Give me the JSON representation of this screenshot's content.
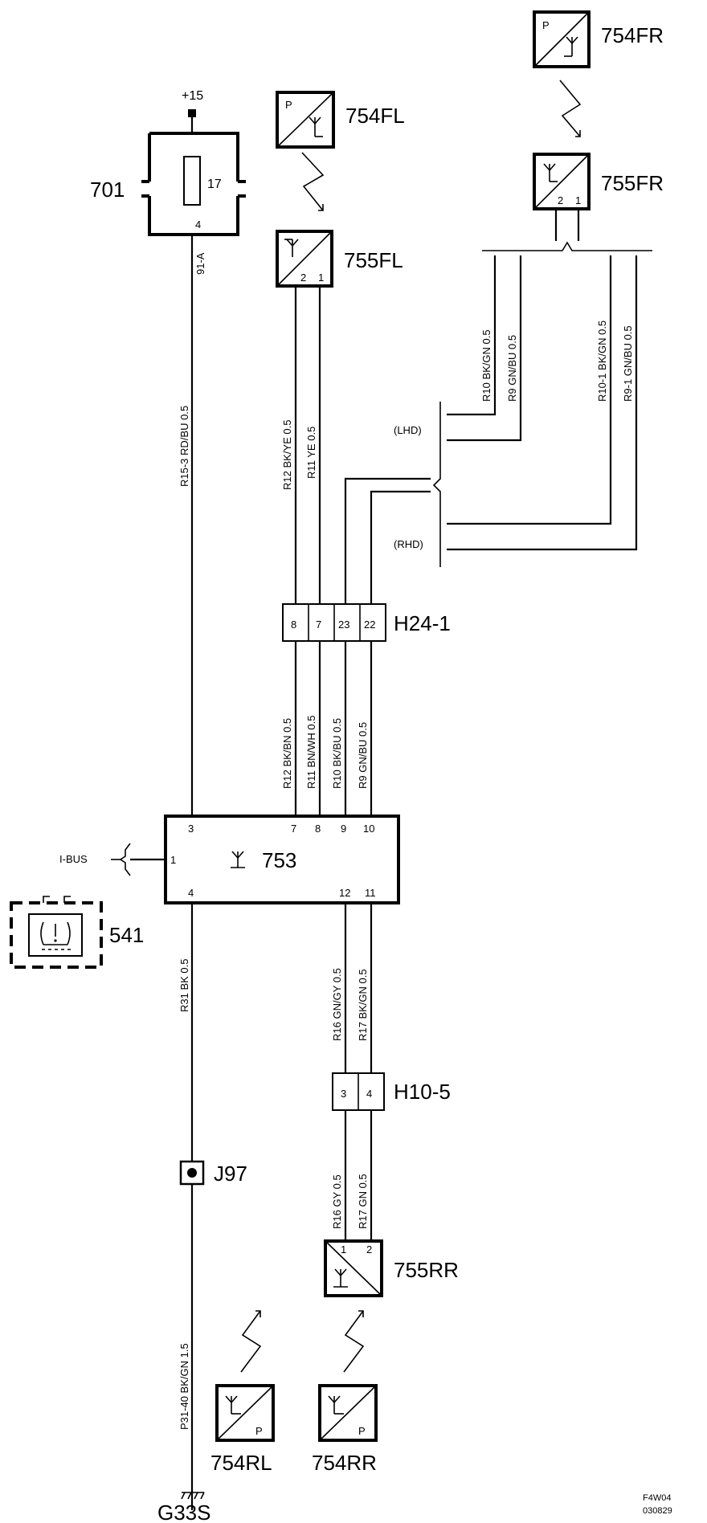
{
  "supply": {
    "label": "+15"
  },
  "fuse_box": {
    "id": "701",
    "fuse": "17",
    "pin": "4",
    "ref": "91-A"
  },
  "wires": {
    "r15_3": "R15-3  RD/BU  0.5",
    "r12_top": "R12  BK/YE  0.5",
    "r11_top": "R11  YE  0.5",
    "r10_fr": "R10  BK/GN 0.5",
    "r9_fr": "R9  GN/BU  0.5",
    "r10_1": "R10-1  BK/GN  0.5",
    "r9_1": "R9-1  GN/BU  0.5",
    "r12_mid": "R12  BK/BN  0.5",
    "r11_mid": "R11  BN/WH  0.5",
    "r10_mid": "R10  BK/BU  0.5",
    "r9_mid": "R9  GN/BU  0.5",
    "r31": "R31  BK  0.5",
    "r16_mid": "R16  GN/GY  0.5",
    "r17_mid": "R17  BK/GN  0.5",
    "r16_low": "R16  GY  0.5",
    "r17_low": "R17  GN  0.5",
    "p31_40": "P31-40  BK/GN  1.5"
  },
  "sensors": {
    "s754fl": "754FL",
    "s755fl": "755FL",
    "s754fr": "754FR",
    "s755fr": "755FR",
    "s755rr": "755RR",
    "s754rl": "754RL",
    "s754rr": "754RR",
    "p": "P",
    "pin1": "1",
    "pin2": "2"
  },
  "drive": {
    "lhd": "(LHD)",
    "rhd": "(RHD)"
  },
  "connector_h24": {
    "id": "H24-1",
    "pins": [
      "8",
      "7",
      "23",
      "22"
    ]
  },
  "module_753": {
    "id": "753",
    "pins_top": [
      "3",
      "7",
      "8",
      "9",
      "10"
    ],
    "pin_left": "1",
    "pins_bottom": [
      "4",
      "12",
      "11"
    ],
    "ibus": "I-BUS"
  },
  "lamp_541": {
    "id": "541"
  },
  "connector_h10": {
    "id": "H10-5",
    "pins": [
      "3",
      "4"
    ]
  },
  "splice": {
    "id": "J97"
  },
  "ground": {
    "id": "G33S"
  },
  "footer": {
    "code": "F4W04",
    "date": "030829"
  }
}
